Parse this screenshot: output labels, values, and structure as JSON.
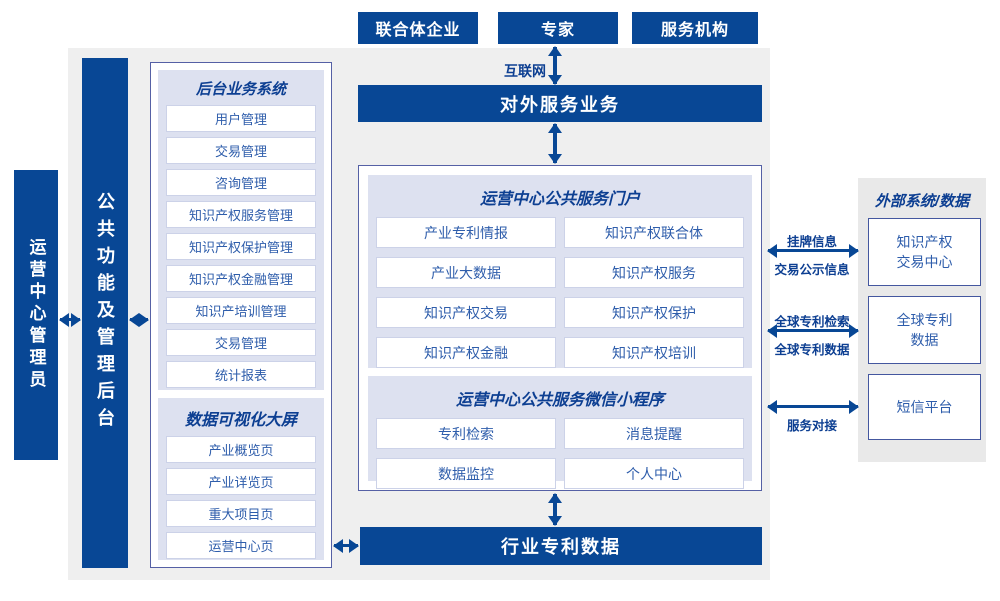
{
  "top_actors": {
    "consortium": "联合体企业",
    "expert": "专家",
    "agency": "服务机构"
  },
  "internet_label": "互联网",
  "external_service_bar": "对外服务业务",
  "industry_data_bar": "行业专利数据",
  "admin_bar": "运营中心管理员",
  "backend_bar": "公共功能及管理后台",
  "backend_panel": {
    "title": "后台业务系统",
    "items": [
      "用户管理",
      "交易管理",
      "咨询管理",
      "知识产权服务管理",
      "知识产权保护管理",
      "知识产权金融管理",
      "知识产培训管理",
      "交易管理",
      "统计报表"
    ]
  },
  "dashboard_panel": {
    "title": "数据可视化大屏",
    "items": [
      "产业概览页",
      "产业详览页",
      "重大项目页",
      "运营中心页"
    ]
  },
  "portal_panel": {
    "title": "运营中心公共服务门户",
    "items": [
      "产业专利情报",
      "知识产权联合体",
      "产业大数据",
      "知识产权服务",
      "知识产权交易",
      "知识产权保护",
      "知识产权金融",
      "知识产权培训"
    ]
  },
  "miniprogram_panel": {
    "title": "运营中心公共服务微信小程序",
    "items": [
      "专利检索",
      "消息提醒",
      "数据监控",
      "个人中心"
    ]
  },
  "external_panel": {
    "title": "外部系统/数据",
    "boxes": [
      "知识产权\n交易中心",
      "全球专利\n数据",
      "短信平台"
    ]
  },
  "link_labels": {
    "listing_top": "挂牌信息",
    "listing_bottom": "交易公示信息",
    "patent_top": "全球专利检索",
    "patent_bottom": "全球专利数据",
    "service": "服务对接"
  },
  "colors": {
    "primary_blue": "#084795",
    "panel_lavender": "#dde1f0",
    "background_gray": "#efefef",
    "text_blue": "#2e5dab",
    "border_blue": "#5560a5"
  }
}
